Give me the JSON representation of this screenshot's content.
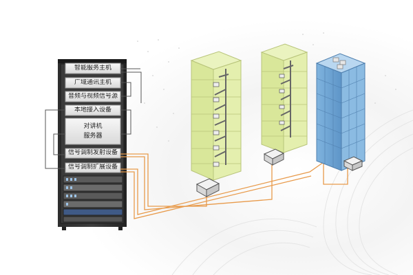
{
  "rack": {
    "units": [
      {
        "label": "智能服务主机"
      },
      {
        "label": "广域通讯主机"
      },
      {
        "label": "音频与视频信号源"
      },
      {
        "label": "本地接入设备"
      },
      {
        "label": "对讲机\n服务器"
      },
      {
        "label": "信号调制发射设备"
      },
      {
        "label": "信号调制扩展设备"
      }
    ]
  },
  "buildings": [
    {
      "type": "residential"
    },
    {
      "type": "residential"
    },
    {
      "type": "office-tower"
    }
  ],
  "colors": {
    "residential_fill": "#e4efae",
    "tower_fill": "#8bbbe2",
    "cable": "#e89a4a"
  }
}
